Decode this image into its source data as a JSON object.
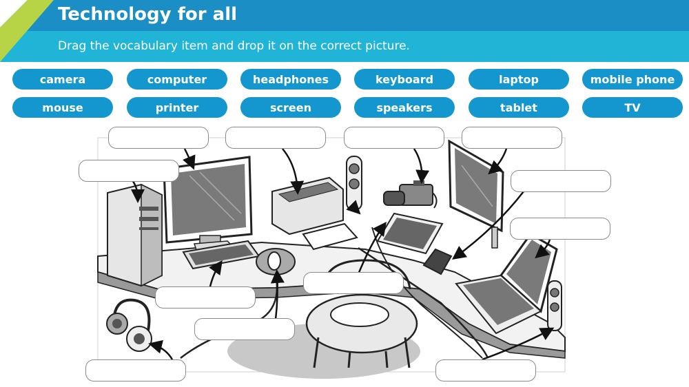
{
  "header": {
    "title": "Technology for all",
    "instruction": "Drag the vocabulary item and drop it on the correct picture."
  },
  "word_bank": [
    "camera",
    "computer",
    "headphones",
    "keyboard",
    "laptop",
    "mobile phone",
    "mouse",
    "printer",
    "screen",
    "speakers",
    "tablet",
    "TV"
  ],
  "drop_targets": [
    {
      "value": "",
      "points_to": "computer screen"
    },
    {
      "value": "",
      "points_to": "printer"
    },
    {
      "value": "",
      "points_to": "camera"
    },
    {
      "value": "",
      "points_to": "TV"
    },
    {
      "value": "",
      "points_to": "computer tower"
    },
    {
      "value": "",
      "points_to": "mobile phone"
    },
    {
      "value": "",
      "points_to": "laptop"
    },
    {
      "value": "",
      "points_to": "tablet"
    },
    {
      "value": "",
      "points_to": "keyboard"
    },
    {
      "value": "",
      "points_to": "mouse"
    },
    {
      "value": "",
      "points_to": "headphones"
    },
    {
      "value": "",
      "points_to": "speakers"
    }
  ],
  "colors": {
    "header_dark": "#1c8ec6",
    "header_light": "#20b5d6",
    "corner_accent": "#b7d446",
    "chip": "#1497cf",
    "chip_text": "#ffffff"
  }
}
